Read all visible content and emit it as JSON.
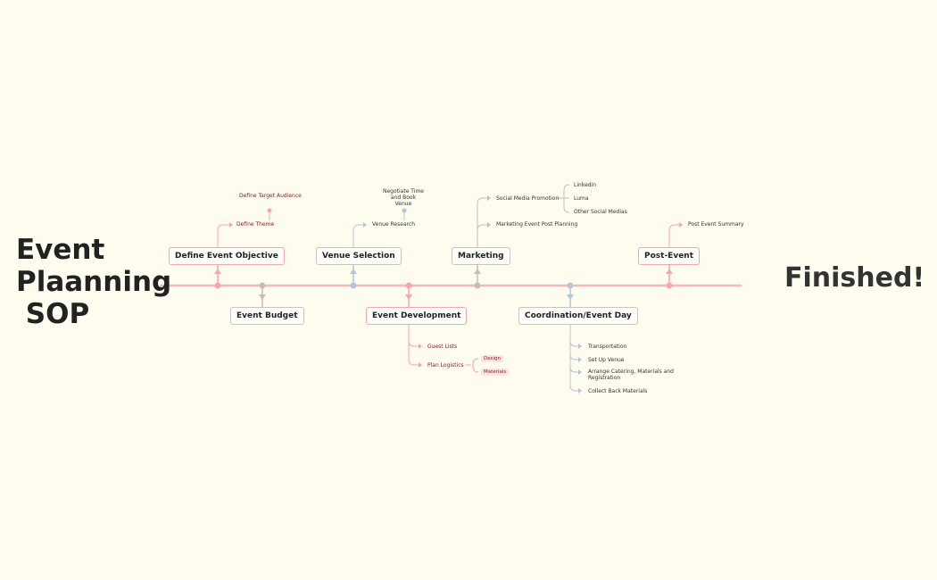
{
  "title": {
    "line1": "Event",
    "line2": "Plaanning",
    "line3": " SOP"
  },
  "finish_label": "Finished!",
  "top_nodes": {
    "define_objective": "Define Event Objective",
    "venue_selection": "Venue Selection",
    "marketing": "Marketing",
    "post_event": "Post-Event"
  },
  "bottom_nodes": {
    "event_budget": "Event Budget",
    "event_development": "Event Development",
    "coordination": "Coordination/Event Day"
  },
  "objective_subs": {
    "target_audience": "Define Target Audience",
    "theme": "Define Theme"
  },
  "venue_subs": {
    "negotiate": "Negotiate Time and Book Venue",
    "research": "Venue Research"
  },
  "marketing_subs": {
    "social_media": "Social Media Promotion",
    "post_planning": "Marketing Event Post Planning",
    "channels": [
      "Linkedin",
      "Luma",
      "Other Social Medias"
    ]
  },
  "post_event_subs": {
    "summary": "Post Event Summary"
  },
  "development_subs": {
    "guest_lists": "Guest Lists",
    "plan_logistics": "Plan Logistics",
    "logistics_tags": [
      "Design",
      "Materials"
    ]
  },
  "coordination_subs": [
    "Transportation",
    "Set Up Venue",
    "Arrange Catering, Materials and Registration",
    "Collect Back Materials"
  ],
  "colors": {
    "background": "#fdfcef",
    "timeline": "#f6b7bd",
    "pink": "#f3a7b1",
    "gray": "#c4bdb3",
    "blue": "#b8c3d9",
    "dark_red": "#7a1f1f"
  }
}
